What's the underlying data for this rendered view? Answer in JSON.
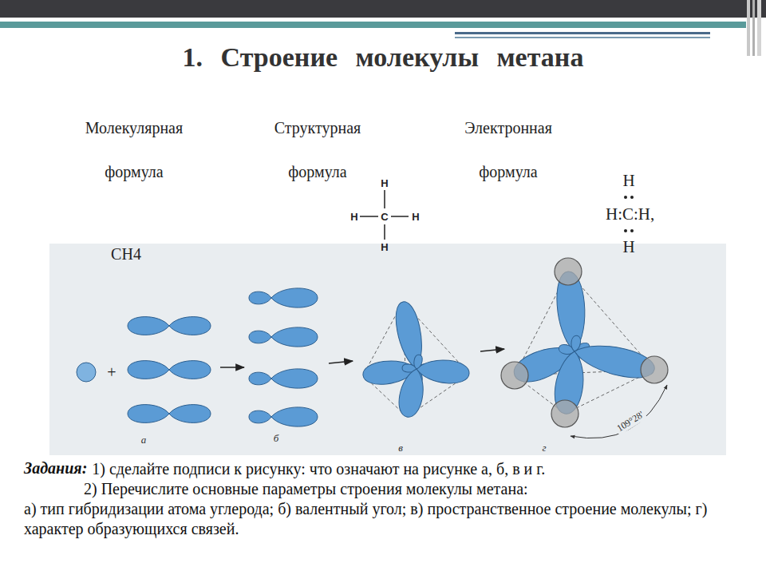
{
  "diagram": {
    "title": "1. Строение молекулы метана",
    "labels": [
      "Молекулярная формула",
      "Структурная формула",
      "Электронная формула",
      "CH4",
      "H",
      "H",
      "C",
      "H",
      "H",
      "H",
      "H:C:H,",
      "H",
      "+",
      "а",
      "б",
      "в",
      "г",
      "109°28'",
      "Задания:",
      "1) сделайте подписи к рисунку: что означают на рисунке а, б, в и г.",
      "2) Перечислите основные параметры строения молекулы метана:",
      "а) тип гибридизации атома углерода; б) валентный угол; в) пространственное строение молекулы; г) характер образующихся связей."
    ]
  }
}
